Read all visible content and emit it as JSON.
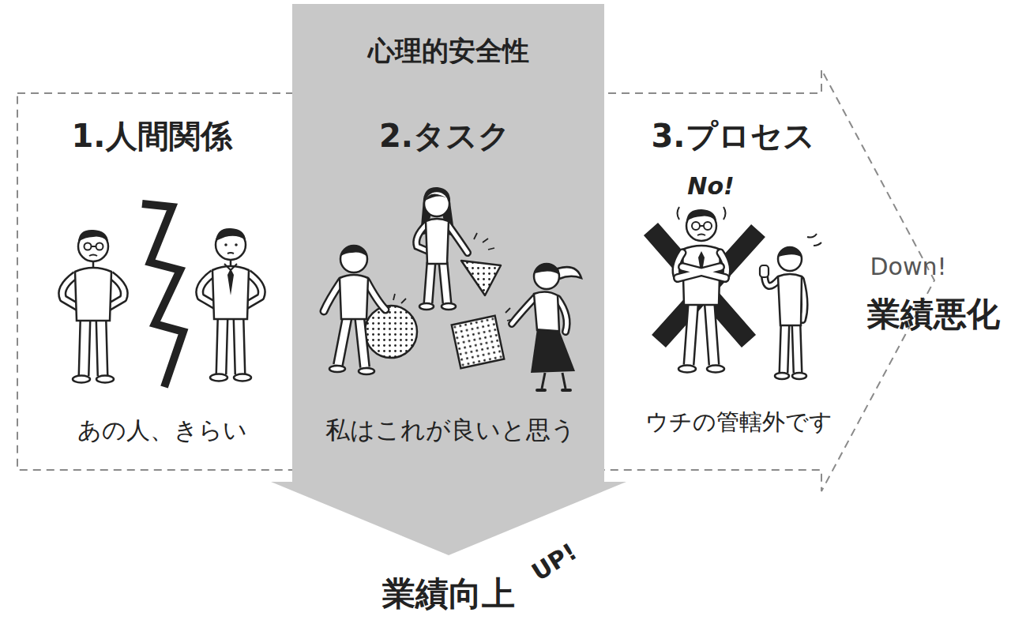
{
  "diagram": {
    "nodes": [
      {
        "text": [
          "1.人間関係",
          "あの人、きらい",
          "3.プロセス",
          "No!",
          "ウチの管轄外です"
        ]
      },
      {
        "text": [
          "心理的安全性",
          "2.タスク",
          "私はこれが良いと思う"
        ]
      }
    ],
    "labels": [
      "Down!",
      "業績悪化",
      "業績向上",
      "UP!"
    ]
  }
}
